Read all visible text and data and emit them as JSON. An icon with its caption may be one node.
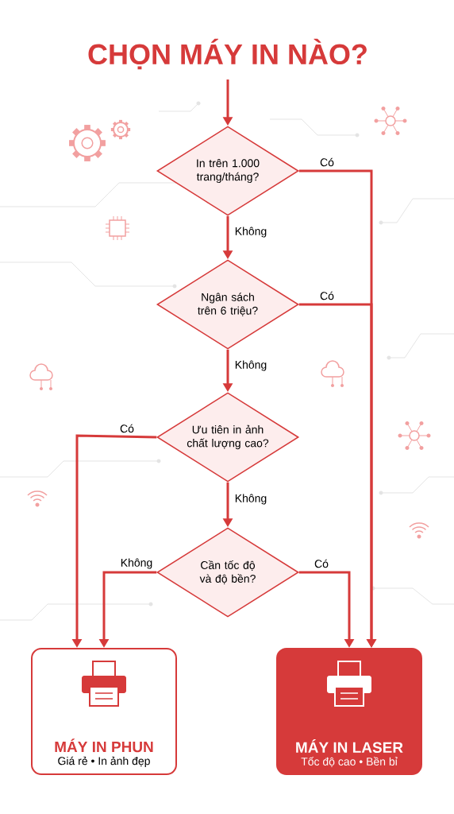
{
  "diagram": {
    "title": "CHỌN MÁY IN NÀO?",
    "nodes": [
      {
        "text": [
          "In trên 1.000 trang/tháng?"
        ]
      },
      {
        "text": [
          "Ngân sách trên 6 triệu?"
        ]
      },
      {
        "text": [
          "Ưu tiên in ảnh chất lượng cao?"
        ]
      },
      {
        "text": [
          "Cần tốc độ và độ bền?"
        ]
      },
      {
        "text": [
          "MÁY IN PHUN",
          "Giá rẻ • In ảnh đẹp"
        ]
      },
      {
        "text": [
          "MÁY IN LASER",
          "Tốc độ cao • Bền bỉ"
        ]
      }
    ],
    "edges": [
      {
        "from": null,
        "to": 0,
        "arrow": "to"
      },
      {
        "from": 0,
        "to": 5,
        "arrow": "to",
        "label": "Có"
      },
      {
        "from": 0,
        "to": 1,
        "arrow": "to",
        "label": "Không"
      },
      {
        "from": 1,
        "to": 5,
        "arrow": "to",
        "label": "Có"
      },
      {
        "from": 1,
        "to": 2,
        "arrow": "to",
        "label": "Không"
      },
      {
        "from": 2,
        "to": 4,
        "arrow": "to",
        "label": "Có"
      },
      {
        "from": 2,
        "to": 3,
        "arrow": "to",
        "label": "Không"
      },
      {
        "from": 3,
        "to": 4,
        "arrow": "to",
        "label": "Không"
      },
      {
        "from": 3,
        "to": 5,
        "arrow": "to",
        "label": "Có"
      }
    ]
  }
}
